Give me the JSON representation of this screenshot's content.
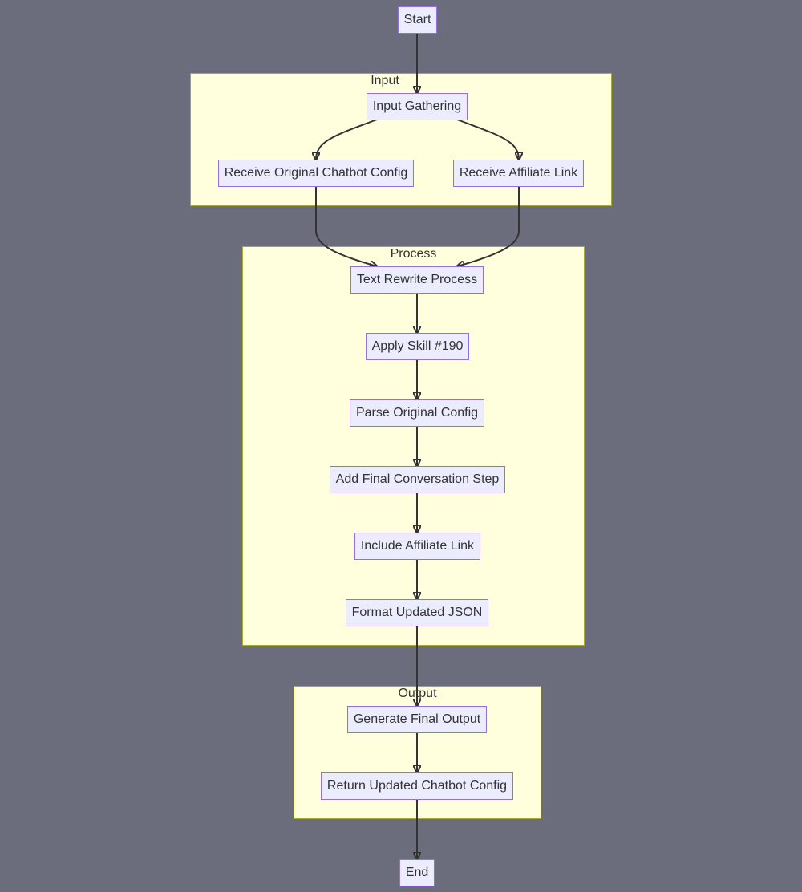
{
  "diagram": {
    "clusters": {
      "input": "Input",
      "process": "Process",
      "output": "Output"
    },
    "nodes": {
      "start": "Start",
      "input_gathering": "Input Gathering",
      "receive_config": "Receive Original Chatbot Config",
      "receive_link": "Receive Affiliate Link",
      "text_rewrite": "Text Rewrite Process",
      "apply_skill": "Apply Skill #190",
      "parse_config": "Parse Original Config",
      "add_final_step": "Add Final Conversation Step",
      "include_link": "Include Affiliate Link",
      "format_json": "Format Updated JSON",
      "generate_output": "Generate Final Output",
      "return_config": "Return Updated Chatbot Config",
      "end": "End"
    },
    "edges": [
      [
        "start",
        "input_gathering"
      ],
      [
        "input_gathering",
        "receive_config"
      ],
      [
        "input_gathering",
        "receive_link"
      ],
      [
        "receive_config",
        "text_rewrite"
      ],
      [
        "receive_link",
        "text_rewrite"
      ],
      [
        "text_rewrite",
        "apply_skill"
      ],
      [
        "apply_skill",
        "parse_config"
      ],
      [
        "parse_config",
        "add_final_step"
      ],
      [
        "add_final_step",
        "include_link"
      ],
      [
        "include_link",
        "format_json"
      ],
      [
        "format_json",
        "generate_output"
      ],
      [
        "generate_output",
        "return_config"
      ],
      [
        "return_config",
        "end"
      ]
    ],
    "colors": {
      "background": "#6b6d7d",
      "cluster_fill": "#ffffde",
      "cluster_border": "#aaaa33",
      "node_fill": "#ececff",
      "node_border": "#9370db",
      "edge": "#333333"
    }
  }
}
